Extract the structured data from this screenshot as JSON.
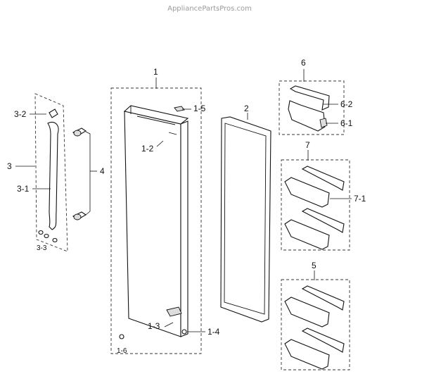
{
  "watermark": "AppliancePartsPros.com",
  "labels": {
    "l1": "1",
    "l1_2": "1-2",
    "l1_3": "1-3",
    "l1_4": "1-4",
    "l1_5": "1-5",
    "l1_6": "1-6",
    "l2": "2",
    "l3": "3",
    "l3_1": "3-1",
    "l3_2": "3-2",
    "l3_3": "3-3",
    "l4": "4",
    "l5": "5",
    "l6": "6",
    "l6_1": "6-1",
    "l6_2": "6-2",
    "l7": "7",
    "l7_1": "7-1"
  }
}
